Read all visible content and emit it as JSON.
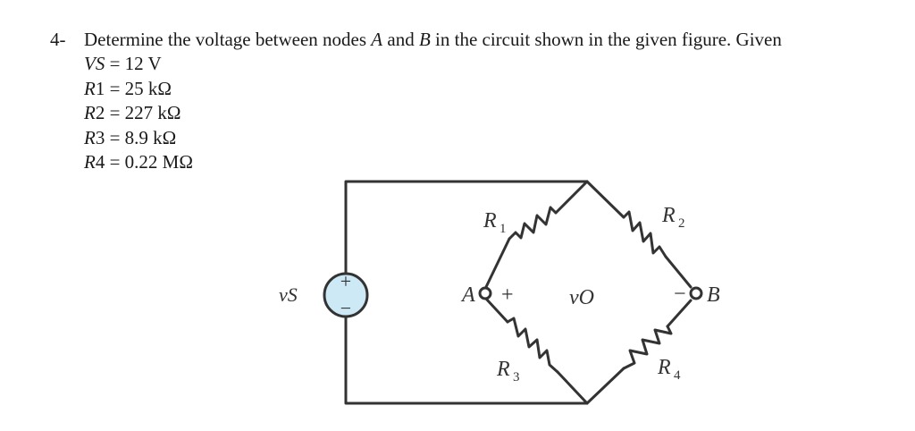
{
  "problem": {
    "number": "4-",
    "statement_parts": [
      "Determine the voltage between nodes ",
      "A",
      " and ",
      "B",
      " in the circuit shown in the given figure. Given"
    ]
  },
  "given": [
    {
      "symbol": "VS",
      "eq": " = 12 V"
    },
    {
      "symbol": "R",
      "index": "1",
      "eq": " = 25 kΩ"
    },
    {
      "symbol": "R",
      "index": "2",
      "eq": " = 227 kΩ"
    },
    {
      "symbol": "R",
      "index": "3",
      "eq": " = 8.9 kΩ"
    },
    {
      "symbol": "R",
      "index": "4",
      "eq": " = 0.22 MΩ"
    }
  ],
  "circuit": {
    "source_label": "vS",
    "source_plus": "+",
    "source_minus": "−",
    "node_a": "A",
    "node_b": "B",
    "vo_label": "vO",
    "vo_plus": "+",
    "vo_minus": "−",
    "r1_label": "R",
    "r1_sub": "1",
    "r2_label": "R",
    "r2_sub": "2",
    "r3_label": "R",
    "r3_sub": "3",
    "r4_label": "R",
    "r4_sub": "4",
    "colors": {
      "wire": "#333333",
      "source_fill": "#cce9f5"
    }
  }
}
